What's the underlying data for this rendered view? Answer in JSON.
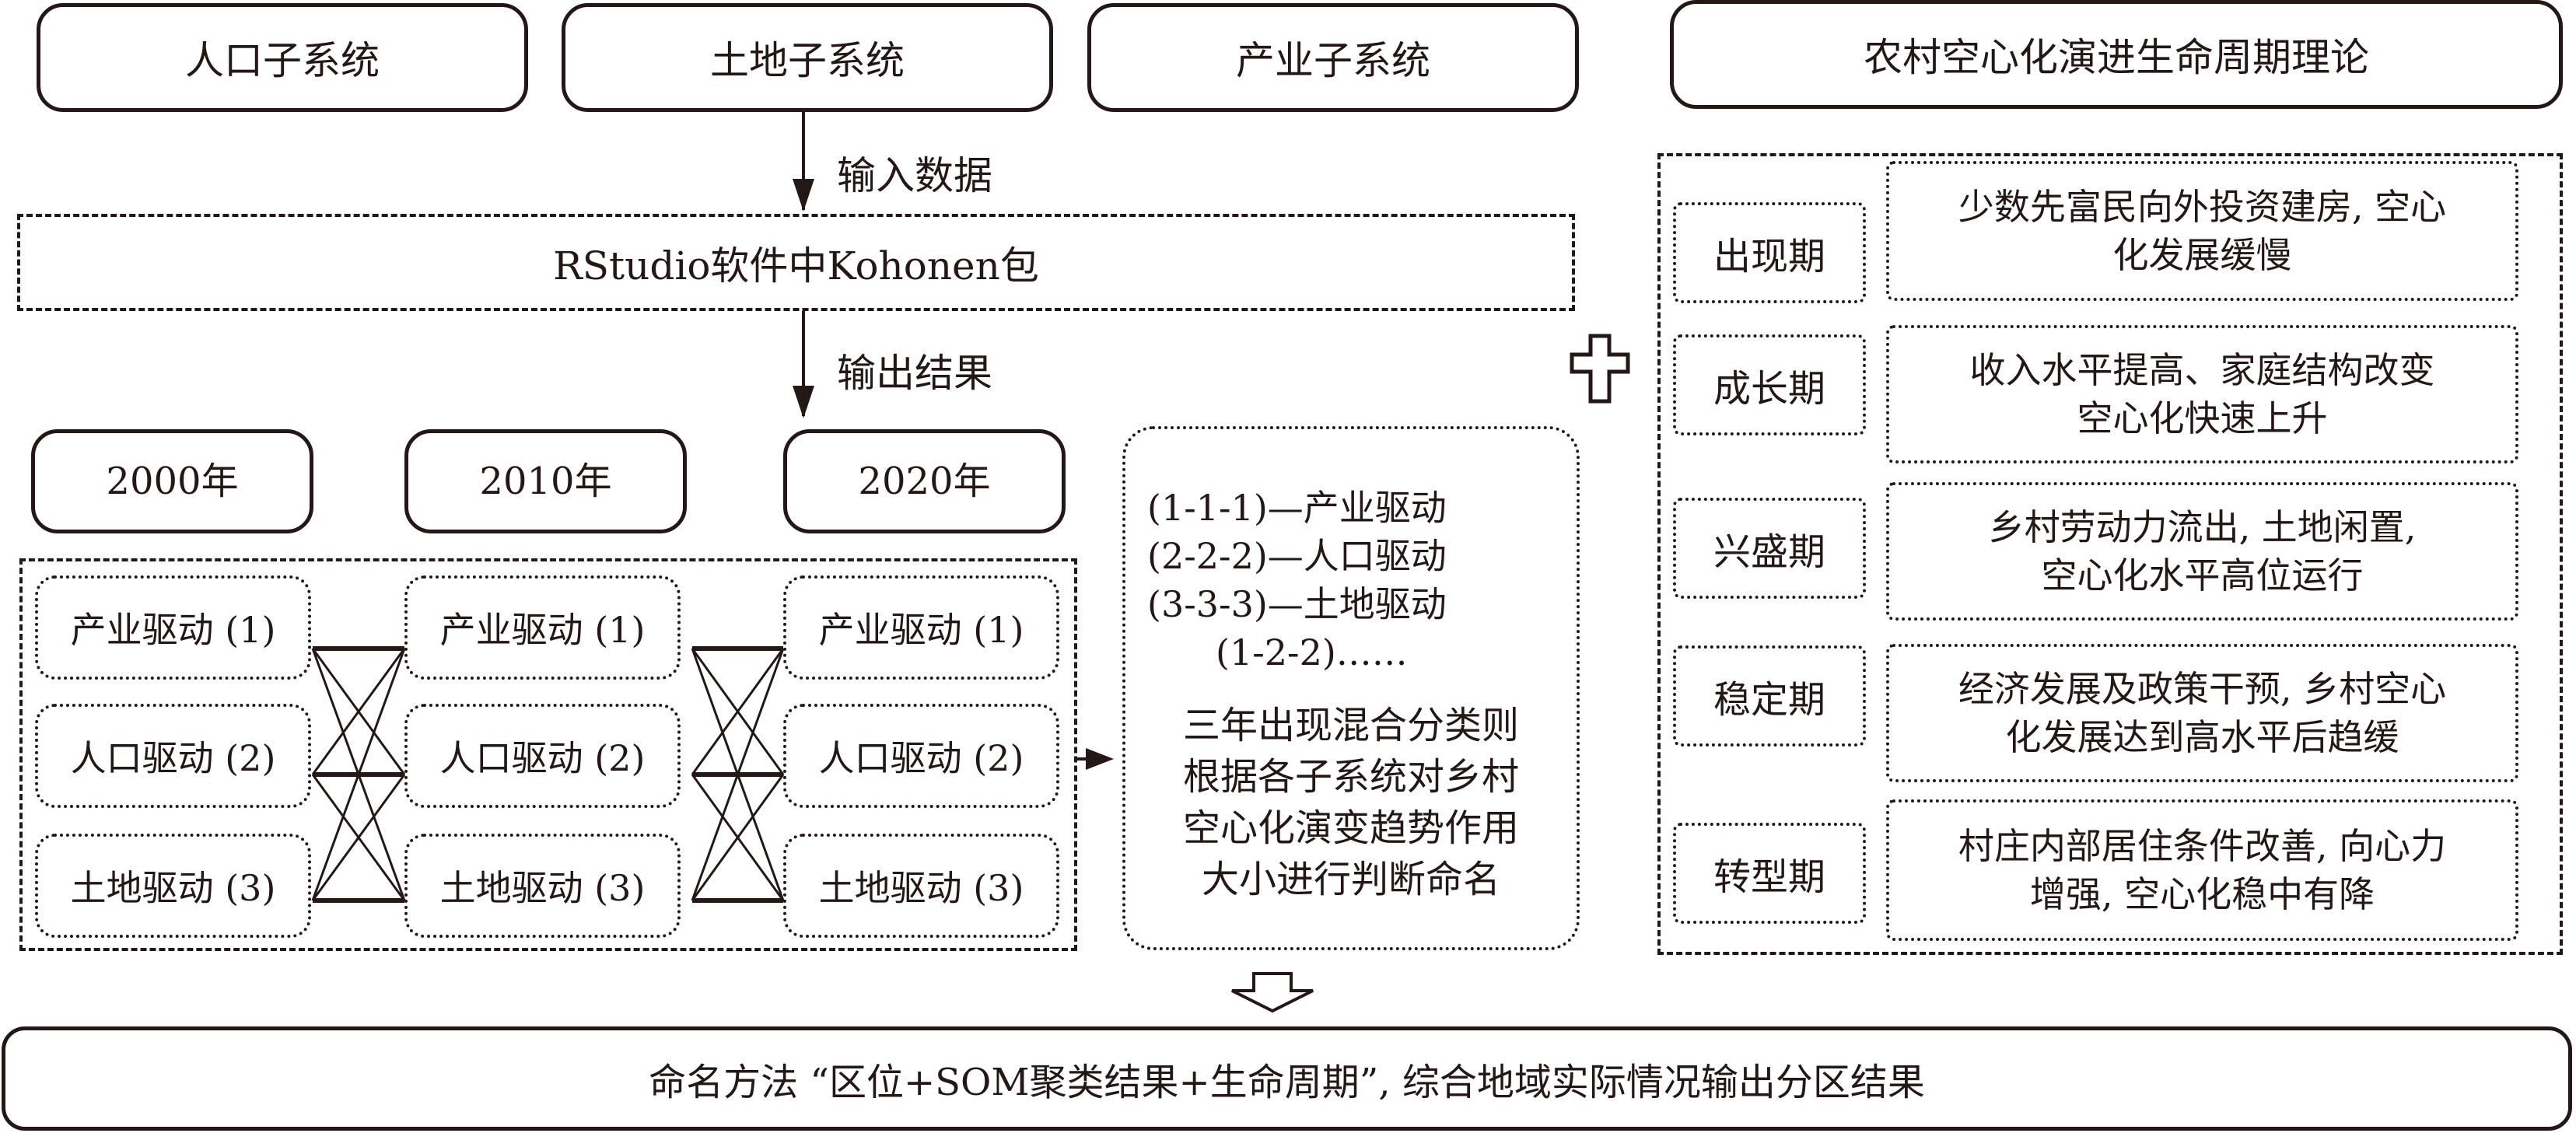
{
  "subsystems": [
    {
      "label": "人口子系统"
    },
    {
      "label": "土地子系统"
    },
    {
      "label": "产业子系统"
    }
  ],
  "lifecycle_theory_title": "农村空心化演进生命周期理论",
  "input_label": "输入数据",
  "software_label": "RStudio软件中Kohonen包",
  "output_label": "输出结果",
  "years": [
    "2000年",
    "2010年",
    "2020年"
  ],
  "drivers": {
    "col0": [
      "产业驱动 (1)",
      "人口驱动 (2)",
      "土地驱动 (3)"
    ],
    "col1": [
      "产业驱动 (1)",
      "人口驱动 (2)",
      "土地驱动 (3)"
    ],
    "col2": [
      "产业驱动 (1)",
      "人口驱动 (2)",
      "土地驱动 (3)"
    ]
  },
  "naming_rules": {
    "lines": [
      "(1-1-1)—产业驱动",
      "(2-2-2)—人口驱动",
      "(3-3-3)—土地驱动",
      "(1-2-2)……"
    ],
    "mixed_rule": [
      "三年出现混合分类则",
      "根据各子系统对乡村",
      "空心化演变趋势作用",
      "大小进行判断命名"
    ]
  },
  "plus_symbol": "plus-icon",
  "stages": [
    {
      "name": "出现期",
      "desc": [
        "少数先富民向外投资建房, 空心",
        "化发展缓慢"
      ]
    },
    {
      "name": "成长期",
      "desc": [
        "收入水平提高、家庭结构改变",
        "空心化快速上升"
      ]
    },
    {
      "name": "兴盛期",
      "desc": [
        "乡村劳动力流出, 土地闲置,",
        "空心化水平高位运行"
      ]
    },
    {
      "name": "稳定期",
      "desc": [
        "经济发展及政策干预, 乡村空心",
        "化发展达到高水平后趋缓"
      ]
    },
    {
      "name": "转型期",
      "desc": [
        "村庄内部居住条件改善, 向心力",
        "增强, 空心化稳中有降"
      ]
    }
  ],
  "result_text": "命名方法 “区位+SOM聚类结果+生命周期”, 综合地域实际情况输出分区结果"
}
